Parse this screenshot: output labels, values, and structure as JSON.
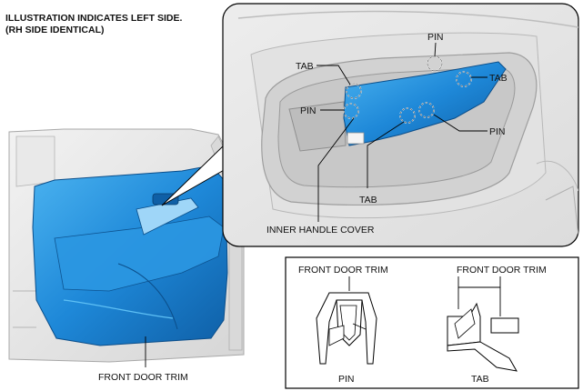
{
  "note": {
    "line1": "ILLUSTRATION INDICATES LEFT SIDE.",
    "line2": "(RH SIDE IDENTICAL)"
  },
  "main_view": {
    "front_door_trim_label": "FRONT DOOR TRIM"
  },
  "detail_view": {
    "labels": {
      "pin_top": "PIN",
      "tab_left": "TAB",
      "tab_right": "TAB",
      "pin_left": "PIN",
      "pin_right": "PIN",
      "tab_bottom": "TAB",
      "inner_handle_cover": "INNER HANDLE COVER"
    }
  },
  "legend": {
    "pin": {
      "title": "FRONT DOOR TRIM",
      "caption": "PIN"
    },
    "tab": {
      "title": "FRONT DOOR TRIM",
      "caption": "TAB"
    }
  },
  "colors": {
    "part_blue": "#1E88D8",
    "part_blue_dark": "#0F5FA6",
    "body_gray": "#E3E3E3",
    "line_gray": "#9A9A9A"
  }
}
